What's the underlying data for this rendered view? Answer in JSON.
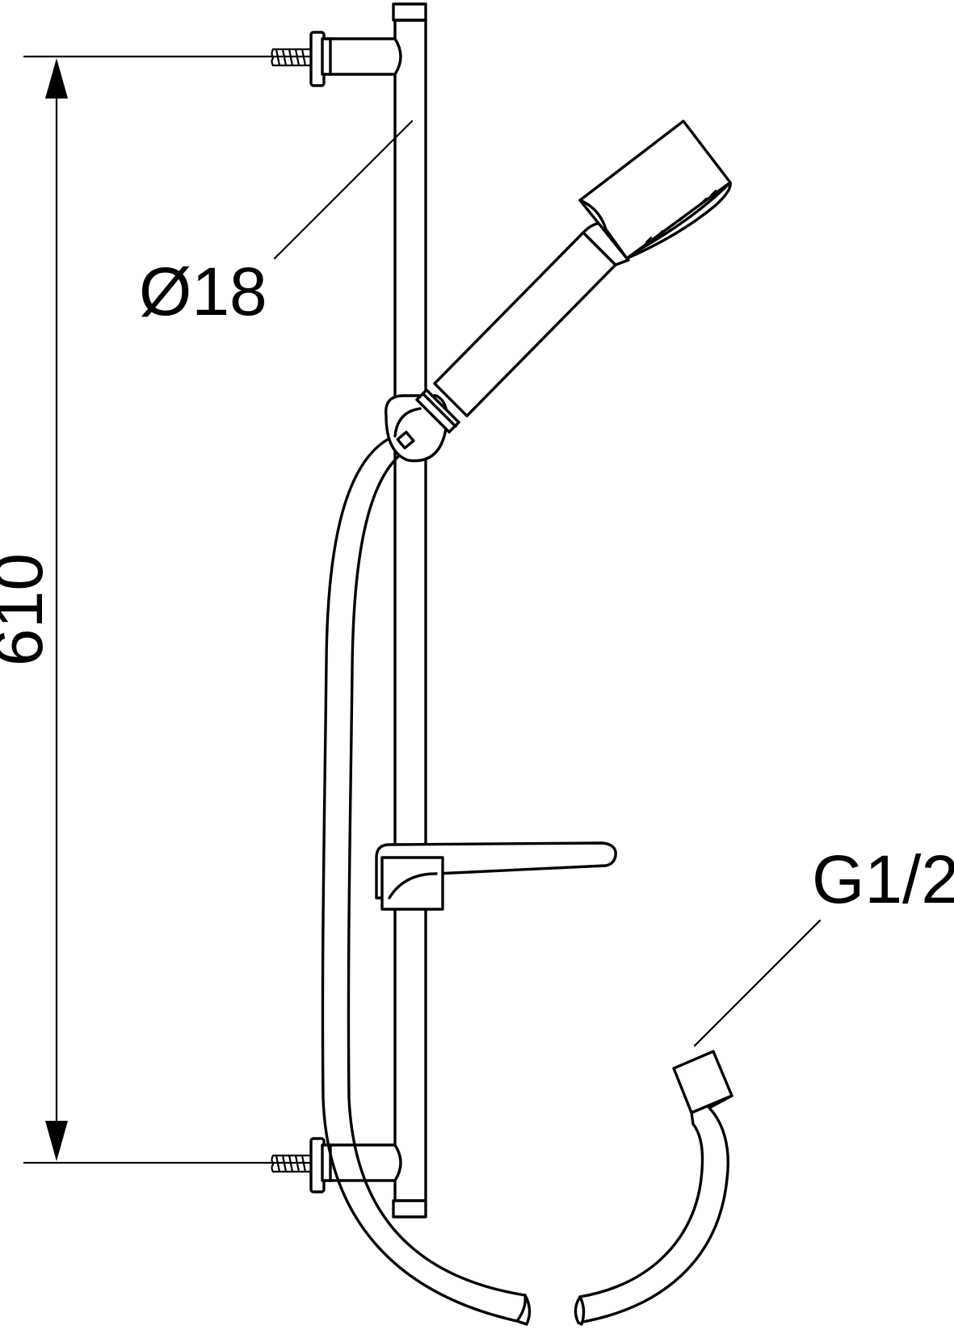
{
  "labels": {
    "diameter": "Ø18",
    "length": "610",
    "thread": "G1/2"
  },
  "colors": {
    "line": "#000000",
    "background": "#ffffff"
  }
}
